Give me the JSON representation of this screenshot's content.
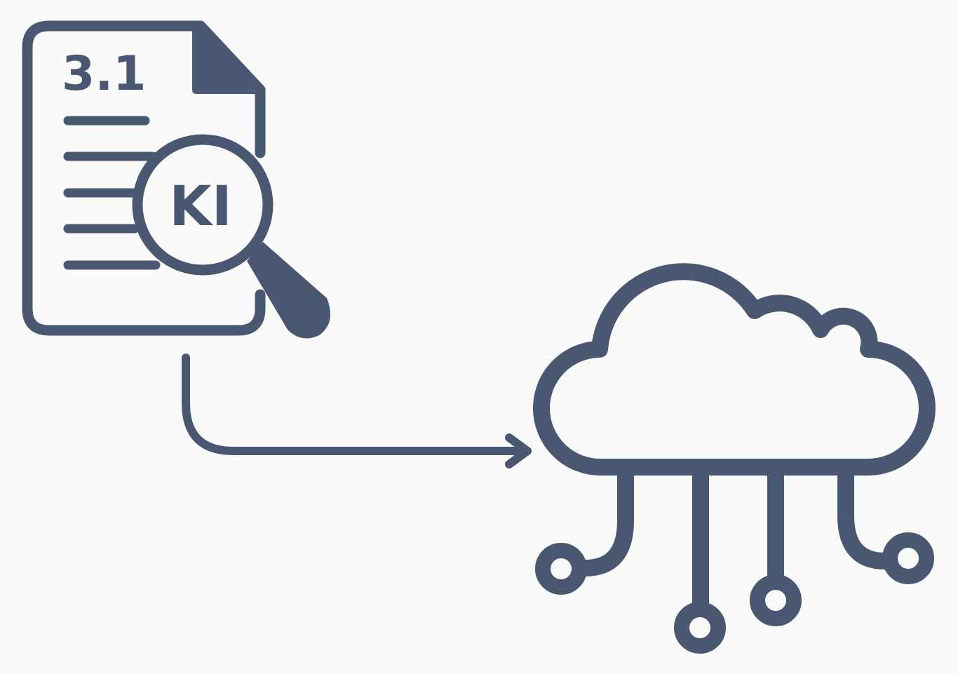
{
  "document": {
    "version_label": "3.1"
  },
  "magnifier": {
    "label": "KI"
  },
  "colors": {
    "stroke": "#4a5770",
    "background": "#fafafa"
  },
  "icons": {
    "document": "document-icon",
    "magnifier": "magnifier-icon",
    "arrow": "arrow-connector",
    "cloud": "cloud-network-icon"
  }
}
